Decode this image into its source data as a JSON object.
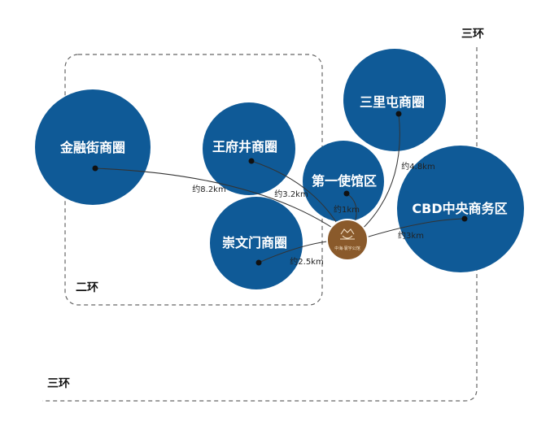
{
  "rings": {
    "second": "二环",
    "third_top": "三环",
    "third_bottom": "三环"
  },
  "districts": [
    {
      "name": "金融街商圈",
      "distance": "约8.2km"
    },
    {
      "name": "王府井商圈",
      "distance": "约3.2km"
    },
    {
      "name": "第一使馆区",
      "distance": "约1km"
    },
    {
      "name": "三里屯商圈",
      "distance": "约4.8km"
    },
    {
      "name": "CBD中央商务区",
      "distance": "约3km"
    },
    {
      "name": "崇文门商圈",
      "distance": "约2.5km"
    }
  ],
  "center": {
    "caption": "中海·寰宇公馆"
  },
  "colors": {
    "circle": "#0f5a97",
    "center": "#8a5a2b",
    "line": "#333333",
    "dashed": "#666666"
  }
}
